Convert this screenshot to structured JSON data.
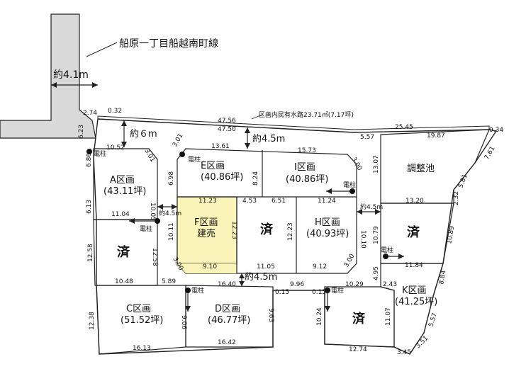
{
  "road": {
    "name": "船原一丁目船越南町線",
    "width": "約4.1m"
  },
  "waterway_note": "区画内民有水路23.71㎡(7.17坪)",
  "lots": {
    "A": {
      "name": "A区画",
      "area": "(43.11坪)"
    },
    "C": {
      "name": "C区画",
      "area": "(51.52坪)"
    },
    "D": {
      "name": "D区画",
      "area": "(46.77坪)"
    },
    "E": {
      "name": "E区画",
      "area": "(40.86坪)"
    },
    "F": {
      "name": "F区画",
      "status": "建売"
    },
    "H": {
      "name": "H区画",
      "area": "(40.93坪)"
    },
    "I": {
      "name": "I区画",
      "area": "(40.86坪)"
    },
    "K": {
      "name": "K区画",
      "area": "(41.25坪)"
    },
    "pond": {
      "name": "調整池"
    }
  },
  "sold_label": "済",
  "pole_label": "電柱",
  "inner_roads": {
    "north": "約６m",
    "east_north": "約4.5m",
    "west": "約4.5m",
    "east": "約4.5m",
    "south": "約4.5m"
  },
  "colors": {
    "highlight": "#fbf4b8",
    "road_fill": "#d9d9d9",
    "line": "#222222"
  },
  "dimensions": {
    "d274": "2.74",
    "d032": "0.32",
    "d623": "6.23",
    "d4756": "47.56",
    "d4750": "47.50",
    "d557": "5.57",
    "d2545": "25.45",
    "d1987": "19.87",
    "d034": "0.34",
    "d761": "7.61",
    "d1052": "10.52",
    "d301a": "3.01",
    "d686": "6.86",
    "d1005": "10.05",
    "d613": "6.13",
    "d1104": "11.04",
    "d1258a": "12.58",
    "d1258b": "12.58",
    "d1048": "10.48",
    "d589": "5.89",
    "d1238": "12.38",
    "d1613": "16.13",
    "d906": "9.06",
    "d1640": "16.40",
    "d963": "9.63",
    "d1642": "16.42",
    "d301b": "3.01",
    "d1361": "13.61",
    "d1573": "15.73",
    "d698": "6.98",
    "d824": "8.24",
    "d300a": "3.00",
    "d1123": "11.23",
    "d453": "4.53",
    "d651": "6.51",
    "d1124": "11.24",
    "d1011": "10.11",
    "d1223a": "12.23",
    "d1223b": "12.23",
    "d300b": "3.00",
    "d910": "9.10",
    "d1105": "11.05",
    "d912": "9.12",
    "d300c": "3.00",
    "d1010": "10.10",
    "d1307": "13.07",
    "d581": "5.81",
    "d232": "2.32",
    "d1320": "13.20",
    "d1079": "10.79",
    "d1089": "10.89",
    "d1184": "11.84",
    "d495": "4.95",
    "d243": "2.43",
    "d884": "8.84",
    "d015a": "0.15",
    "d996": "9.96",
    "d015b": "0.15",
    "d1029": "10.29",
    "d1024": "10.24",
    "d1107": "11.07",
    "d557b": "5.57",
    "d1274": "12.74",
    "d351": "3.51",
    "d345": "3.45"
  }
}
